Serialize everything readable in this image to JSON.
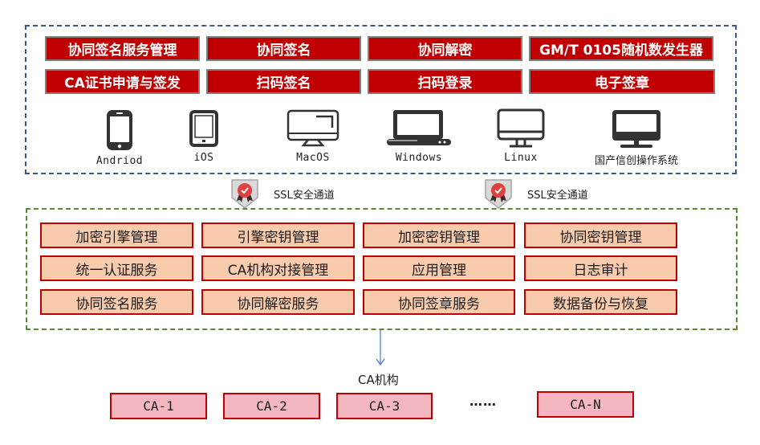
{
  "client_layer": {
    "features": [
      "协同签名服务管理",
      "协同签名",
      "协同解密",
      "GM/T 0105随机数发生器",
      "CA证书申请与签发",
      "扫码签名",
      "扫码登录",
      "电子签章"
    ],
    "devices": [
      {
        "label": "Andriod",
        "icon": "smartphone-icon"
      },
      {
        "label": "iOS",
        "icon": "tablet-icon"
      },
      {
        "label": "MacOS",
        "icon": "imac-icon"
      },
      {
        "label": "Windows",
        "icon": "laptop-icon"
      },
      {
        "label": "Linux",
        "icon": "monitor-icon"
      },
      {
        "label": "国产信创操作系统",
        "icon": "desktop-monitor-icon"
      }
    ],
    "colors": {
      "box_fill": "#c00000",
      "box_border": "#7f7f7f",
      "frame": "#3a5a8c"
    }
  },
  "channels": [
    {
      "label": "SSL安全通道",
      "icon": "certificate-badge-icon"
    },
    {
      "label": "SSL安全通道",
      "icon": "certificate-badge-icon"
    }
  ],
  "server_layer": {
    "services": [
      "加密引擎管理",
      "引擎密钥管理",
      "加密密钥管理",
      "协同密钥管理",
      "统一认证服务",
      "CA机构对接管理",
      "应用管理",
      "日志审计",
      "协同签名服务",
      "协同解密服务",
      "协同签章服务",
      "数据备份与恢复"
    ],
    "colors": {
      "box_fill": "#f8cbad",
      "box_border": "#c00000",
      "frame": "#5a8a30"
    }
  },
  "ca_layer": {
    "title": "CA机构",
    "items": [
      "CA-1",
      "CA-2",
      "CA-3",
      "CA-N"
    ],
    "ellipsis": "……",
    "colors": {
      "box_fill": "#f4b6c0",
      "box_border": "#c00000",
      "arrow": "#4472c4"
    }
  }
}
